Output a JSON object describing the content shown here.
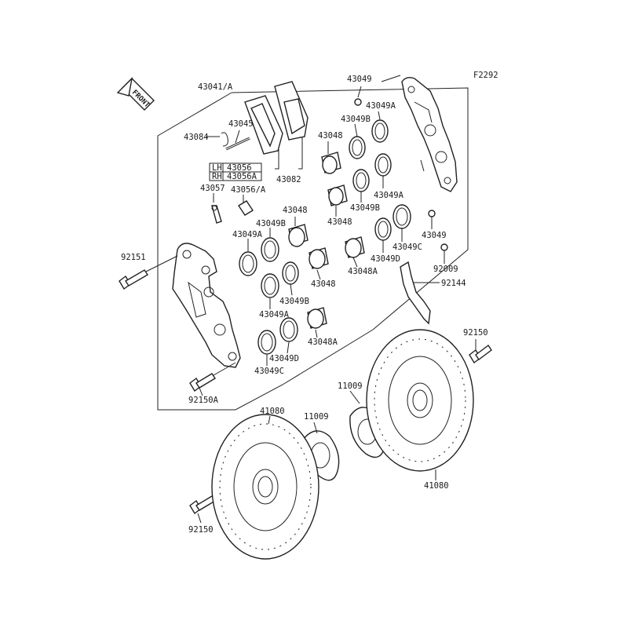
{
  "diagram_code": "F2292",
  "front_label": "FRONT",
  "labels": {
    "p43041A": "43041/A",
    "p43049_top": "43049",
    "p43045": "43045",
    "p43084": "43084",
    "p43049A_1": "43049A",
    "p43049B_1": "43049B",
    "p43048_1": "43048",
    "p43082": "43082",
    "p43049A_2": "43049A",
    "p43049B_2": "43049B",
    "p43048_2": "43048",
    "p43049_right": "43049",
    "p43049C_1": "43049C",
    "p43049D_1": "43049D",
    "p43048A_1": "43048A",
    "p92009": "92009",
    "p92144": "92144",
    "lh_tag": "LH",
    "lh_part": "43056",
    "rh_tag": "RH",
    "rh_part": "43056A",
    "p43057": "43057",
    "p43056A": "43056/A",
    "p43048_3": "43048",
    "p43049B_3": "43049B",
    "p43049A_3": "43049A",
    "p92151": "92151",
    "p43048_4": "43048",
    "p43049B_4": "43049B",
    "p43049A_4": "43049A",
    "p43048A_2": "43048A",
    "p43049D_2": "43049D",
    "p43049C_2": "43049C",
    "p92150A": "92150A",
    "p92150_right": "92150",
    "p11009_right": "11009",
    "p41080_left": "41080",
    "p11009_left": "11009",
    "p41080_right": "41080",
    "p92150_left": "92150"
  }
}
